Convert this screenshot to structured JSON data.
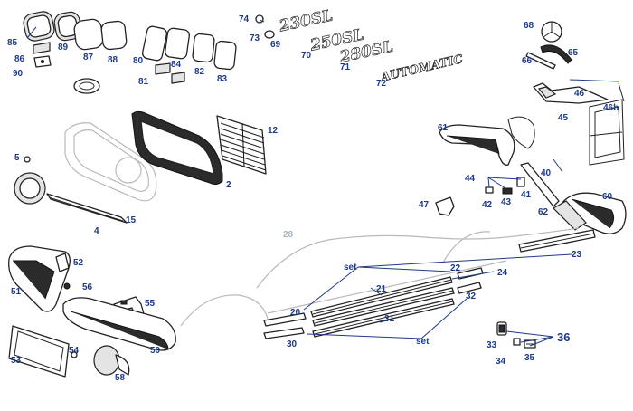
{
  "callouts": {
    "c85": "85",
    "c89": "89",
    "c87": "87",
    "c88": "88",
    "c86": "86",
    "c90": "90",
    "c80": "80",
    "c84": "84",
    "c82": "82",
    "c81": "81",
    "c83": "83",
    "c74": "74",
    "c73": "73",
    "c69": "69",
    "c70": "70",
    "c71": "71",
    "c72": "72",
    "c68": "68",
    "c65": "65",
    "c66": "66",
    "c46": "46",
    "c45": "45",
    "c46b": "46b",
    "c12": "12",
    "c5": "5",
    "c2": "2",
    "c15": "15",
    "c4": "4",
    "c61": "61",
    "c40": "40",
    "c44": "44",
    "c41": "41",
    "c42": "42",
    "c43": "43",
    "c47": "47",
    "c62": "62",
    "c60": "60",
    "c28": "28",
    "c52": "52",
    "c56": "56",
    "c51": "51",
    "c55": "55",
    "c22": "22",
    "c24": "24",
    "c23": "23",
    "c21": "21",
    "c20": "20",
    "c32": "32",
    "c31": "31",
    "c30": "30",
    "c50": "50",
    "c53": "53",
    "c54": "54",
    "c58": "58",
    "c33": "33",
    "c36": "36",
    "c34": "34",
    "c35": "35",
    "set_top": "set",
    "set_bottom": "set"
  },
  "badges": {
    "b230": "230SL",
    "b250": "250SL",
    "b280": "280SL",
    "automatic": "AUTOMATIC"
  }
}
